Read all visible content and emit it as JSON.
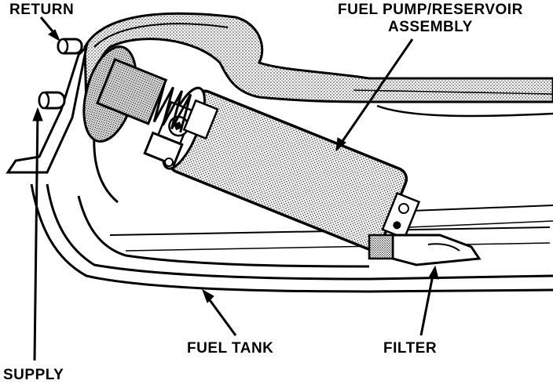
{
  "labels": {
    "return": "RETURN",
    "pump_line1": "FUEL PUMP/RESERVOIR",
    "pump_line2": "ASSEMBLY",
    "fuel_tank": "FUEL TANK",
    "filter": "FILTER",
    "supply": "SUPPLY"
  },
  "colors": {
    "ink": "#000000",
    "paper": "#ffffff"
  }
}
